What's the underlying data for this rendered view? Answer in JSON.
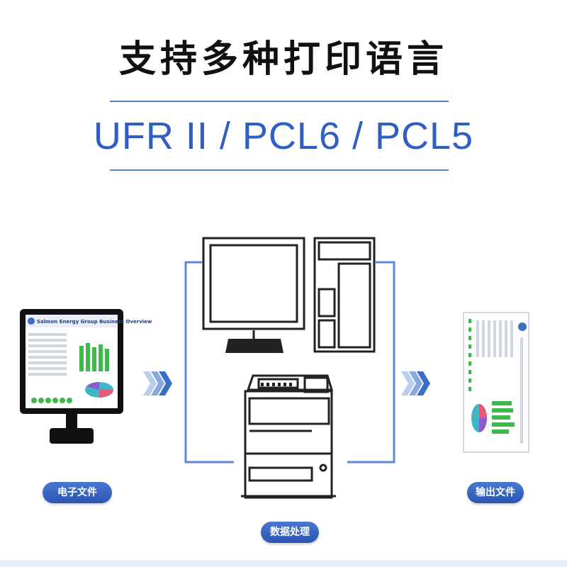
{
  "title": "支持多种打印语言",
  "subtitle": "UFR II / PCL6 / PCL5",
  "labels": {
    "electronic_file": "电子文件",
    "data_processing": "数据处理",
    "output_file": "输出文件"
  },
  "screen_document": {
    "heading": "Salmon Energy Group Business Overview"
  },
  "colors": {
    "accent": "#2f5fc4",
    "line": "#5b7fc7",
    "pill": "#2a55b3"
  }
}
